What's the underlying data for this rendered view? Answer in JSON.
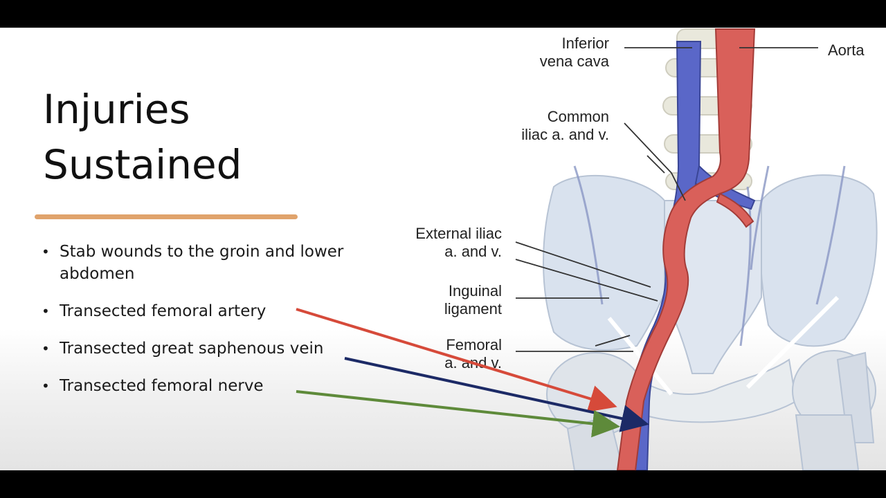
{
  "slide": {
    "title_line1": "Injuries",
    "title_line2": "Sustained",
    "bullets": [
      "Stab wounds to the groin and lower abdomen",
      "Transected femoral artery",
      "Transected great saphenous vein",
      "Transected femoral nerve"
    ]
  },
  "figure": {
    "labels": {
      "ivc": "Inferior\nvena cava",
      "aorta": "Aorta",
      "common_iliac": "Common\niliac a. and v.",
      "external_iliac": "External iliac\na. and v.",
      "inguinal": "Inguinal\nligament",
      "femoral": "Femoral\na. and v."
    }
  },
  "colors": {
    "accent_divider": "#e0a36c",
    "artery_arrow": "#d64a3a",
    "vein_arrow": "#1c2a66",
    "nerve_arrow": "#5e8a3a"
  }
}
